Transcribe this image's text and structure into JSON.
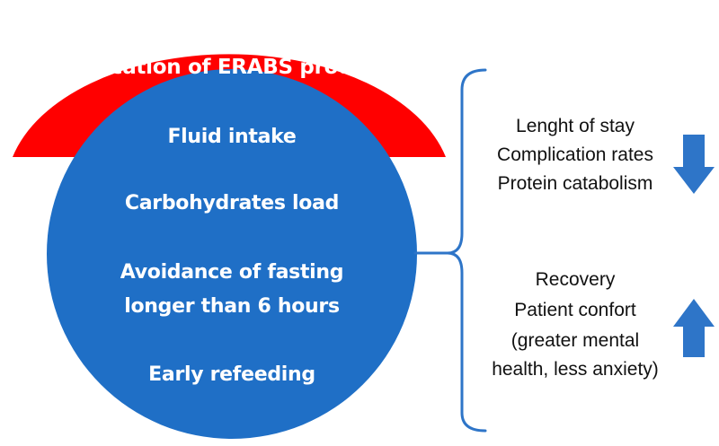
{
  "diagram": {
    "header": "Application of ERABS protocols",
    "circle_items": [
      "Fluid intake",
      "Carbohydrates load",
      "Avoidance of fasting",
      "longer than 6 hours",
      "Early refeeding"
    ],
    "decrease_group": [
      "Lenght of stay",
      "Complication rates",
      "Protein catabolism"
    ],
    "increase_group": [
      "Recovery",
      "Patient confort",
      "(greater mental",
      "health, less anxiety)"
    ],
    "colors": {
      "header_arc": "#ff0000",
      "circle": "#1f6fc6",
      "bracket": "#2e75c8",
      "arrow": "#2e75c8",
      "inner_text": "#ffffff",
      "outer_text": "#111111"
    },
    "icons": {
      "decrease": "arrow-down-icon",
      "increase": "arrow-up-icon"
    }
  }
}
